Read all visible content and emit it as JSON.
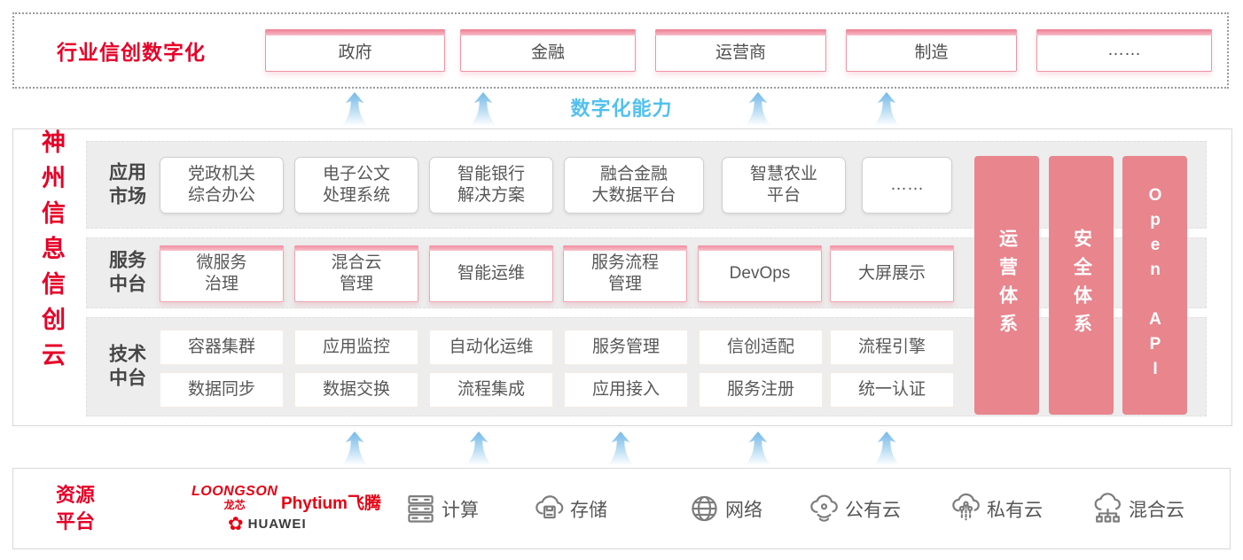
{
  "colors": {
    "brand_red": "#e60027",
    "pillar_pink": "#e8858d",
    "capability_blue": "#52c0ef",
    "arrow_blue": "#74b9e8",
    "row_gray": "#ededed",
    "vendor_red": "#e60012"
  },
  "industry_bar": {
    "title": "行业信创数字化",
    "items": [
      "政府",
      "金融",
      "运营商",
      "制造",
      "……"
    ]
  },
  "capability_label": "数字化能力",
  "cloud_platform": {
    "title": "神州信息信创云",
    "rows": [
      {
        "label": "应用\n市场",
        "cards": [
          "党政机关\n综合办公",
          "电子公文\n处理系统",
          "智能银行\n解决方案",
          "融合金融\n大数据平台",
          "智慧农业\n平台",
          "……"
        ]
      },
      {
        "label": "服务\n中台",
        "cards": [
          "微服务\n治理",
          "混合云\n管理",
          "智能运维",
          "服务流程\n管理",
          "DevOps",
          "大屏展示"
        ]
      },
      {
        "label": "技术\n中台",
        "cards_top": [
          "容器集群",
          "应用监控",
          "自动化运维",
          "服务管理",
          "信创适配",
          "流程引擎"
        ],
        "cards_bottom": [
          "数据同步",
          "数据交换",
          "流程集成",
          "应用接入",
          "服务注册",
          "统一认证"
        ]
      }
    ],
    "pillars": [
      "运营体系",
      "安全体系",
      "Open API"
    ]
  },
  "resource_platform": {
    "title": "资源\n平台",
    "vendors": {
      "loongson": "LOONGSON",
      "loongson_cn": "龙芯",
      "phytium": "Phytium飞腾",
      "huawei": "HUAWEI",
      "huawei_flower": "✿"
    },
    "items": [
      {
        "icon": "compute-icon",
        "label": "计算"
      },
      {
        "icon": "storage-icon",
        "label": "存储"
      },
      {
        "icon": "network-icon",
        "label": "网络"
      },
      {
        "icon": "public-cloud-icon",
        "label": "公有云"
      },
      {
        "icon": "private-cloud-icon",
        "label": "私有云"
      },
      {
        "icon": "hybrid-cloud-icon",
        "label": "混合云"
      }
    ]
  }
}
